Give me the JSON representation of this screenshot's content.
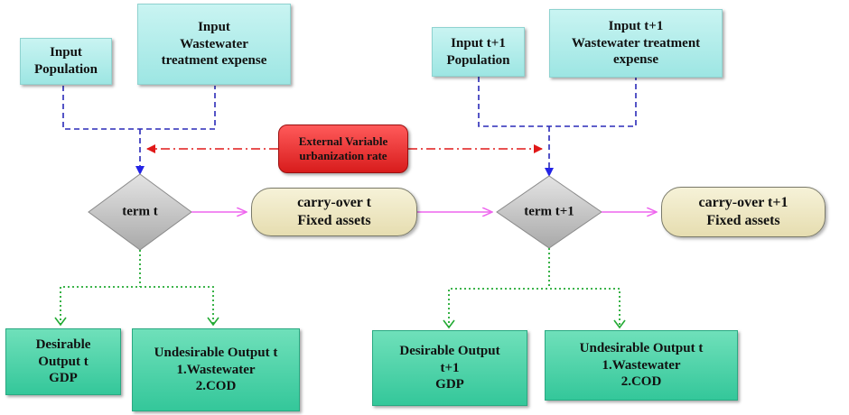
{
  "left": {
    "input_population": [
      "Input",
      "Population"
    ],
    "input_expense": [
      "Input",
      "Wastewater",
      "treatment expense"
    ],
    "term": "term t",
    "carry_over": [
      "carry-over t",
      "Fixed assets"
    ],
    "desirable_output": [
      "Desirable",
      "Output t",
      "GDP"
    ],
    "undesirable_output": [
      "Undesirable Output t",
      "1.Wastewater",
      "2.COD"
    ]
  },
  "right": {
    "input_population": [
      "Input t+1",
      "Population"
    ],
    "input_expense": [
      "Input t+1",
      "Wastewater treatment",
      "expense"
    ],
    "term": "term t+1",
    "carry_over": [
      "carry-over t+1",
      "Fixed assets"
    ],
    "desirable_output": [
      "Desirable Output",
      "t+1",
      "GDP"
    ],
    "undesirable_output": [
      "Undesirable Output t",
      "1.Wastewater",
      "2.COD"
    ]
  },
  "external_variable": [
    "External Variable",
    "urbanization rate"
  ],
  "colors": {
    "input_edge": "#2a2ab8",
    "arrow_head": "#2323e6",
    "external_edge": "#e01818",
    "carry_edge": "#ee66ee",
    "output_edge": "#22aa33"
  }
}
